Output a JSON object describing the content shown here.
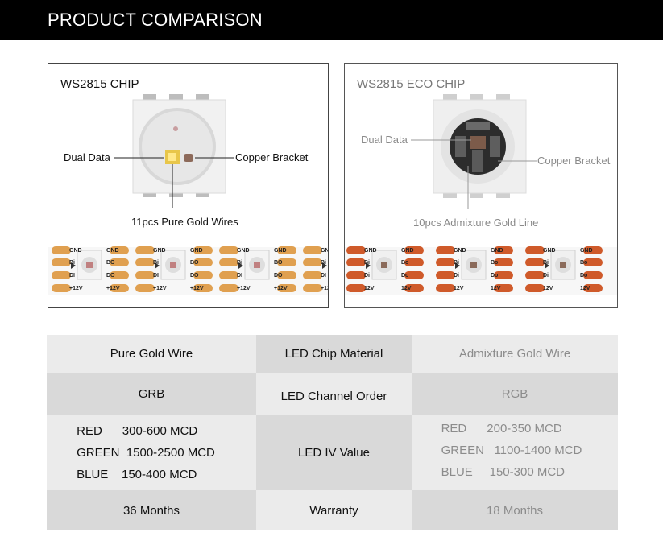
{
  "header": {
    "title": "PRODUCT COMPARISON"
  },
  "left_panel": {
    "title": "WS2815 CHIP",
    "callouts": {
      "dual_data": "Dual Data",
      "copper_bracket": "Copper Bracket",
      "wires": "11pcs Pure Gold Wires"
    },
    "strip_labels": {
      "gnd": "GND",
      "bi": "Bi",
      "bo": "BO",
      "di": "DI",
      "do": "DO",
      "v12": "+12V"
    }
  },
  "right_panel": {
    "title": "WS2815 ECO CHIP",
    "callouts": {
      "dual_data": "Dual Data",
      "copper_bracket": "Copper Bracket",
      "wires": "10pcs Admixture Gold Line"
    },
    "strip_labels": {
      "gnd": "GND",
      "bi": "Bi",
      "bo": "Bo",
      "di": "Di",
      "do": "Do",
      "v12": "12V"
    }
  },
  "comparison": {
    "rows": [
      {
        "left": "Pure Gold Wire",
        "middle": "LED Chip Material",
        "right": "Admixture Gold Wire"
      },
      {
        "left": "GRB",
        "middle": "LED Channel Order",
        "right": "RGB"
      },
      {
        "middle": "LED IV Value",
        "left_specs": [
          "RED      300-600 MCD",
          "GREEN  1500-2500 MCD",
          "BLUE    150-400 MCD"
        ],
        "right_specs": [
          "RED      200-350 MCD",
          "GREEN   1100-1400 MCD",
          "BLUE     150-300 MCD"
        ]
      },
      {
        "left": "36 Months",
        "middle": "Warranty",
        "right": "18 Months"
      }
    ]
  },
  "colors": {
    "gold_pad": "#e0a050",
    "copper_pad": "#cf5a2a",
    "header_bg": "#000000"
  }
}
